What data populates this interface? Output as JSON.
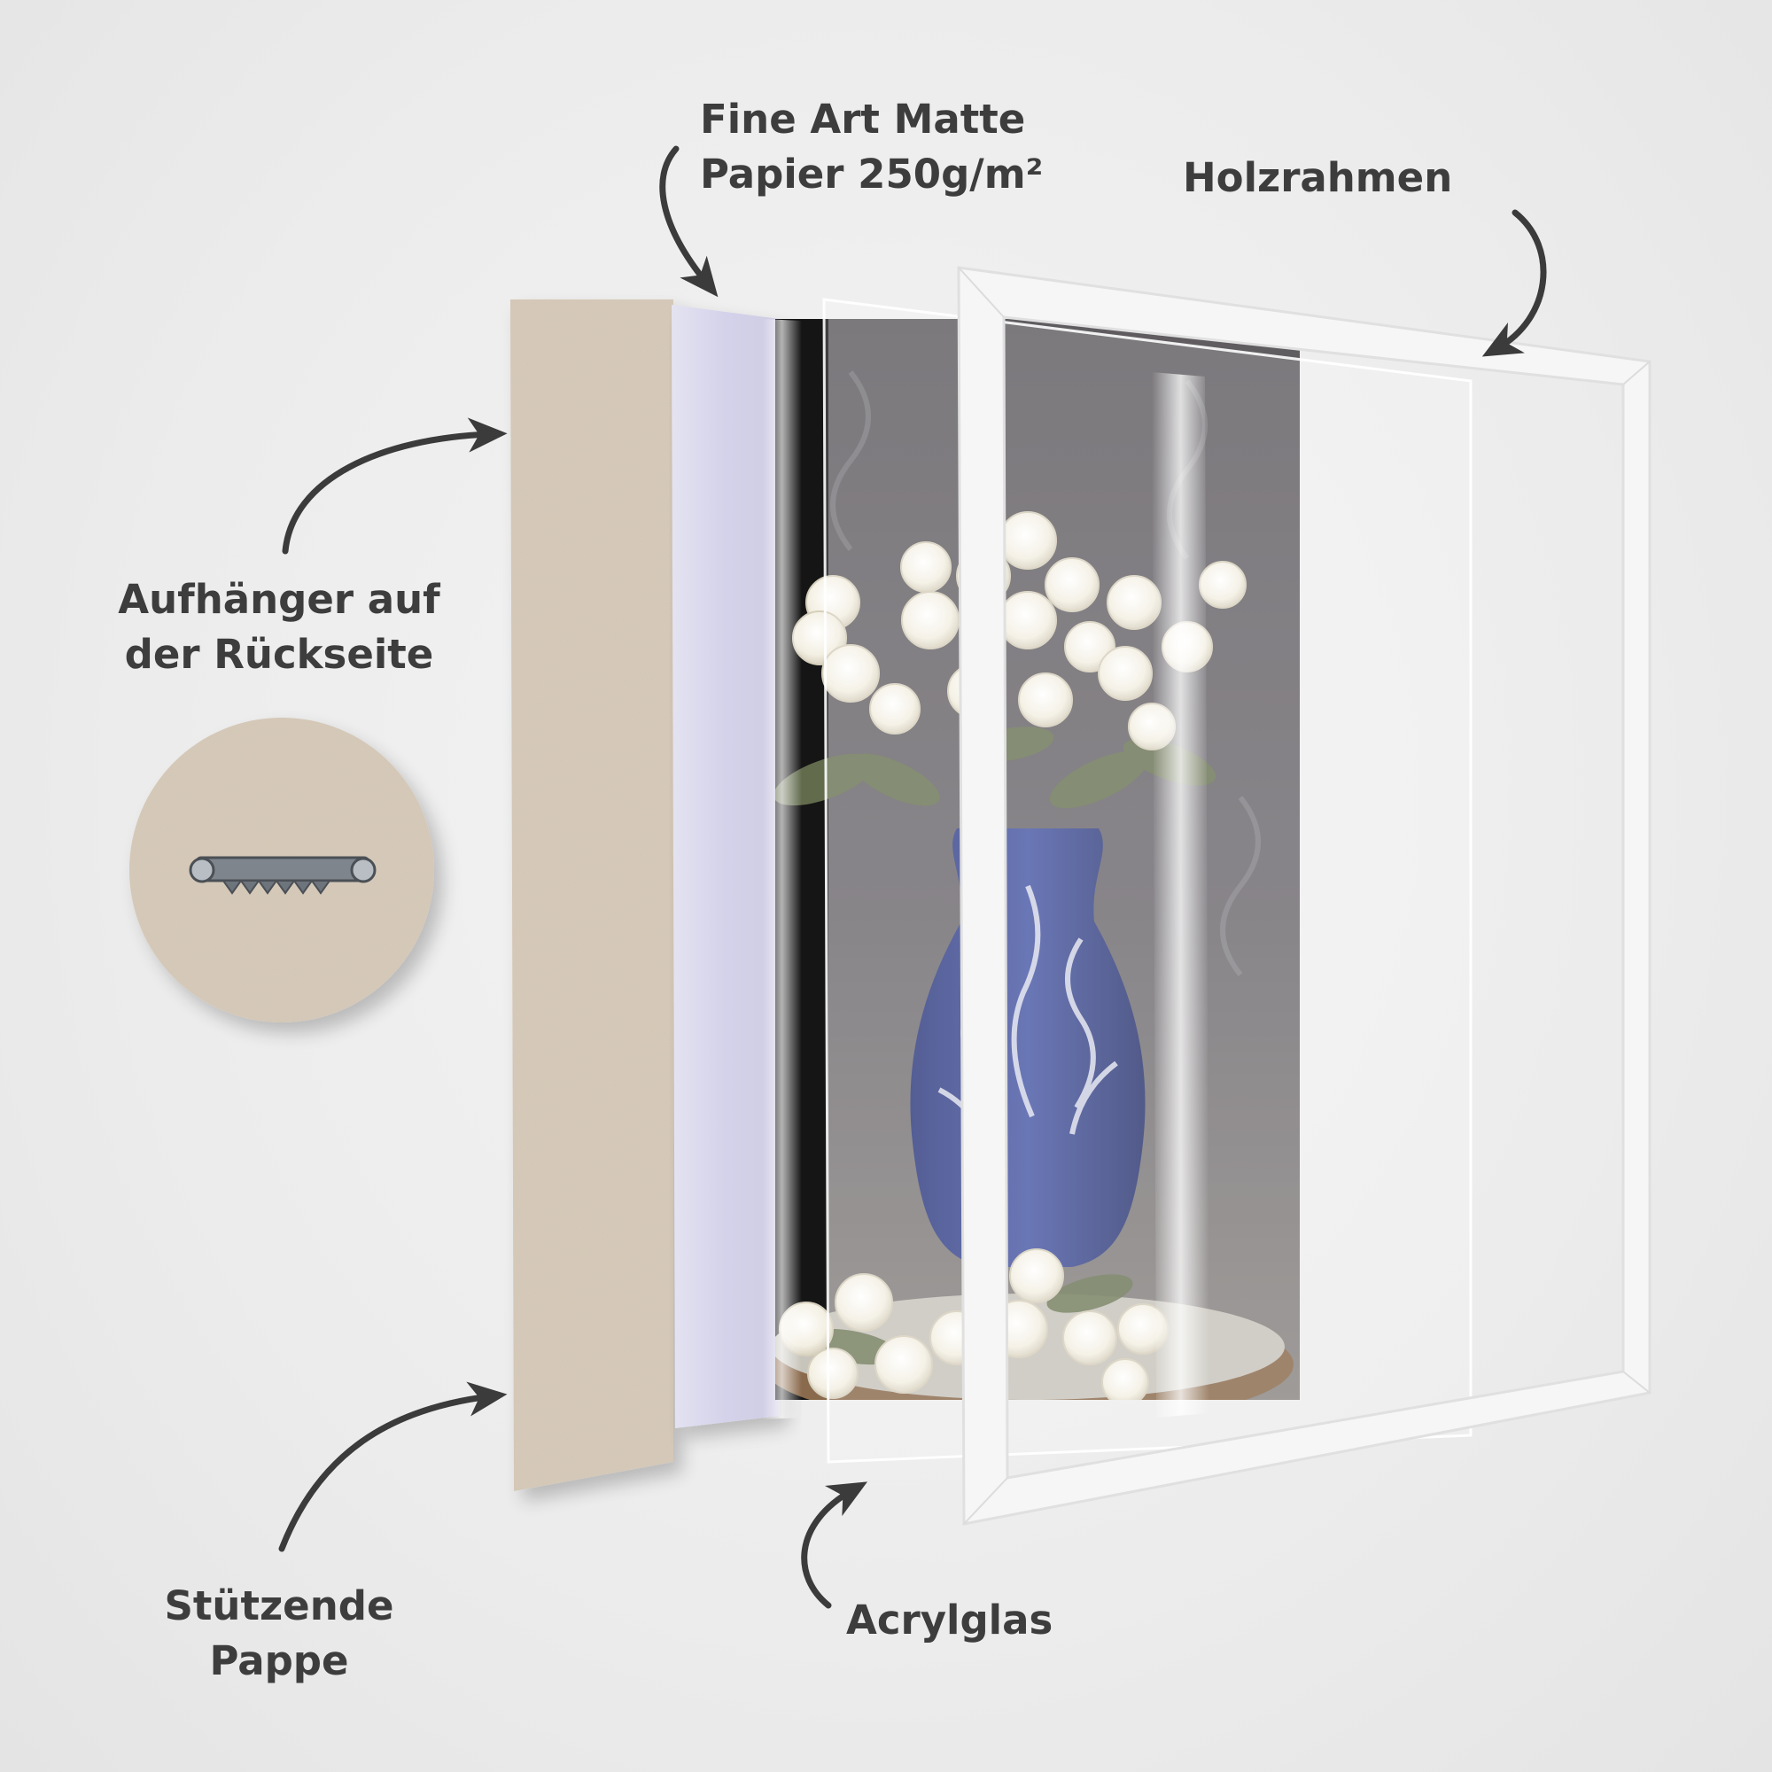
{
  "labels": {
    "paper": {
      "line1": "Fine Art Matte",
      "line2": "Papier 250g/m²"
    },
    "frame": {
      "line1": "Holzrahmen"
    },
    "hanger": {
      "line1": "Aufhänger auf",
      "line2": "der Rückseite"
    },
    "backing": {
      "line1": "Stützende",
      "line2": "Pappe"
    },
    "acrylic": {
      "line1": "Acrylglas"
    }
  },
  "colors": {
    "background": "#ececec",
    "text": "#3d3d3d",
    "arrow": "#3b3b3b",
    "cardboard": "#d8cbb9",
    "paper_tint": "#d7d6ec",
    "frame": "#f6f6f6",
    "vase_blue": "#3e4d97",
    "flowers": "#f4f1e6",
    "leaves": "#6b7654"
  },
  "icons": {
    "hanger": "sawtooth-hanger-icon",
    "arrows": "curved-arrow-icon"
  }
}
